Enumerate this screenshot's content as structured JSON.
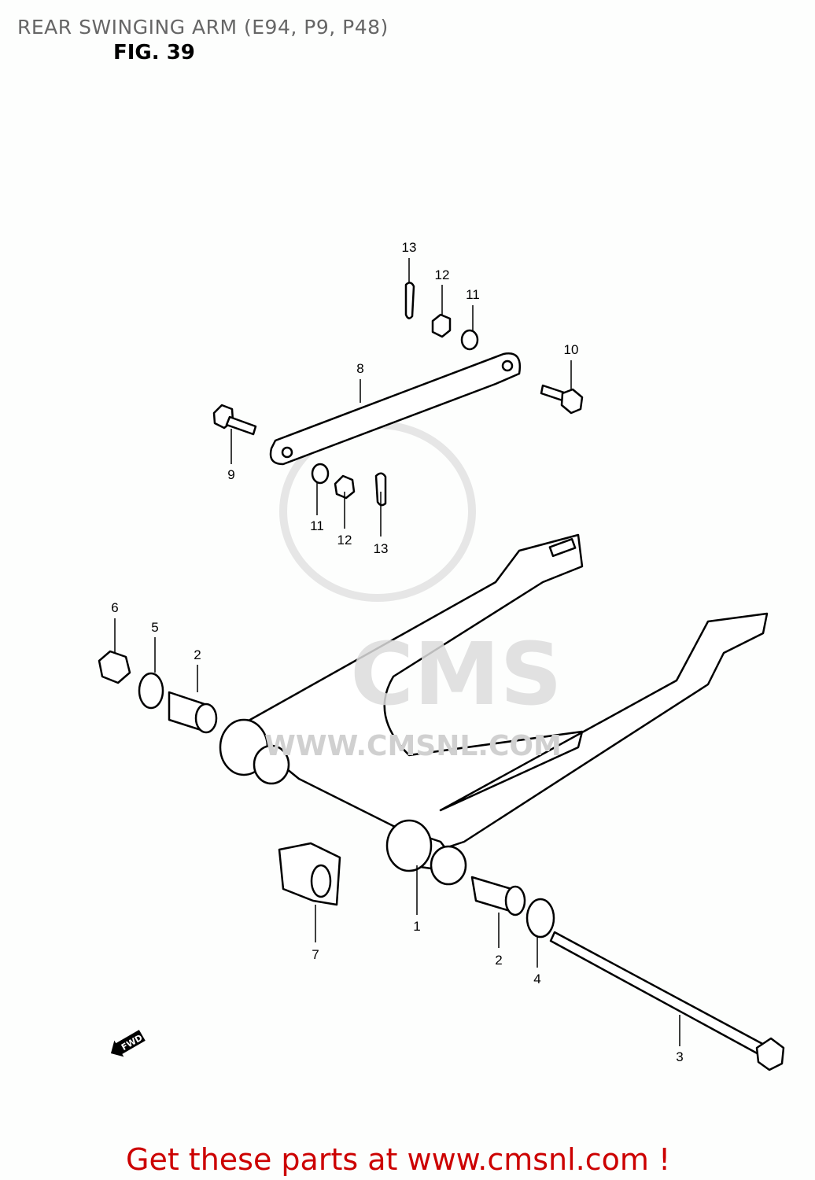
{
  "header": {
    "title": "REAR SWINGING ARM (E94, P9, P48)",
    "figure": "FIG. 39"
  },
  "watermark": {
    "text": "CMS",
    "url": "WWW.CMSNL.COM"
  },
  "fwd_indicator": "FWD",
  "callouts": [
    "13",
    "12",
    "11",
    "10",
    "8",
    "9",
    "11",
    "12",
    "13",
    "6",
    "5",
    "2",
    "1",
    "7",
    "2",
    "4",
    "3"
  ],
  "footer": {
    "text": "Get these parts at www.cmsnl.com !",
    "color": "#cc0000"
  }
}
